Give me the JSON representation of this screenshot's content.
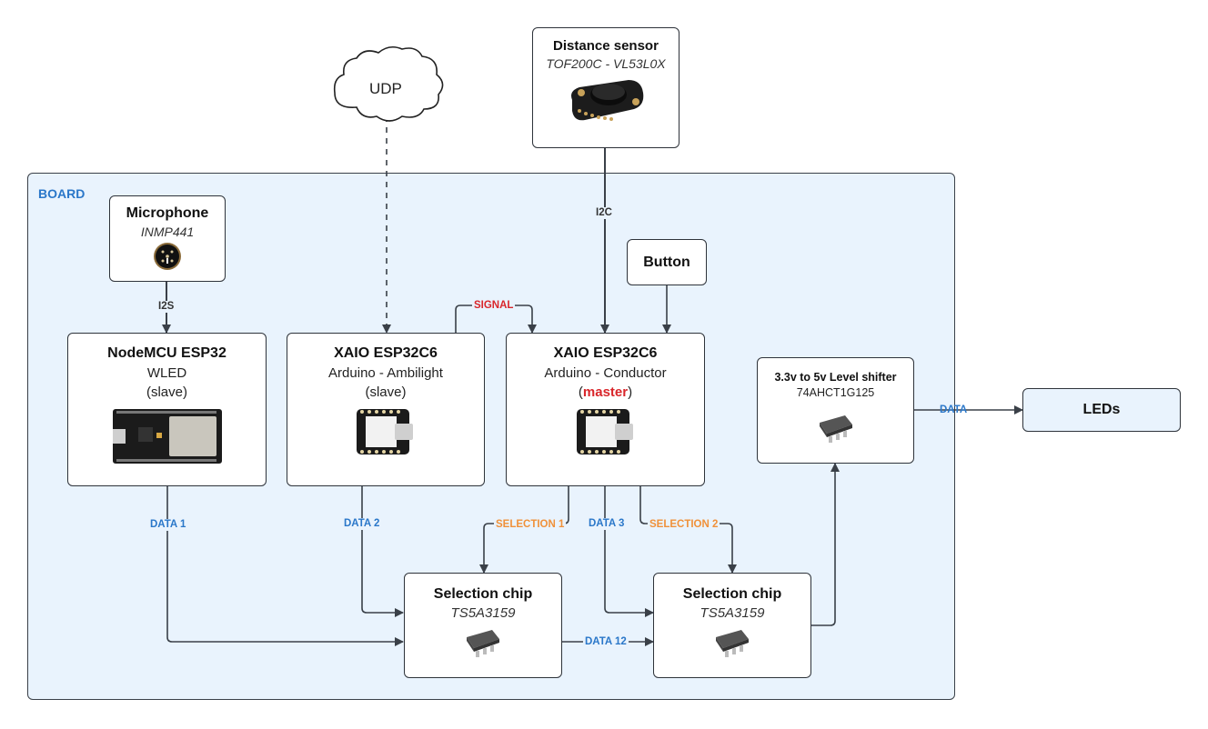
{
  "board": {
    "label": "BOARD"
  },
  "cloud": {
    "label": "UDP"
  },
  "distance_sensor": {
    "title": "Distance sensor",
    "model": "TOF200C - VL53L0X"
  },
  "microphone": {
    "title": "Microphone",
    "model": "INMP441"
  },
  "button": {
    "title": "Button"
  },
  "nodemcu": {
    "title": "NodeMCU ESP32",
    "line1": "WLED",
    "line2": "(slave)"
  },
  "xiao_ambilight": {
    "title": "XAIO ESP32C6",
    "line1": "Arduino - Ambilight",
    "line2": "(slave)"
  },
  "xiao_conductor": {
    "title": "XAIO ESP32C6",
    "line1": "Arduino - Conductor",
    "line2_open": "(",
    "line2_role": "master",
    "line2_close": ")"
  },
  "level_shifter": {
    "title": "3.3v to 5v Level shifter",
    "model": "74AHCT1G125"
  },
  "leds": {
    "title": "LEDs"
  },
  "selection_chip_1": {
    "title": "Selection chip",
    "model": "TS5A3159"
  },
  "selection_chip_2": {
    "title": "Selection chip",
    "model": "TS5A3159"
  },
  "connections": {
    "i2s": "I2S",
    "i2c": "I2C",
    "signal": "SIGNAL",
    "data1": "DATA 1",
    "data2": "DATA 2",
    "data3": "DATA 3",
    "data12": "DATA 12",
    "selection1": "SELECTION 1",
    "selection2": "SELECTION 2",
    "data": "DATA"
  },
  "colors": {
    "board_bg": "#e9f3fd",
    "data_label": "#2a77c9",
    "selection_label": "#f0913a",
    "signal_label": "#d9262b",
    "line": "#3a4048"
  }
}
